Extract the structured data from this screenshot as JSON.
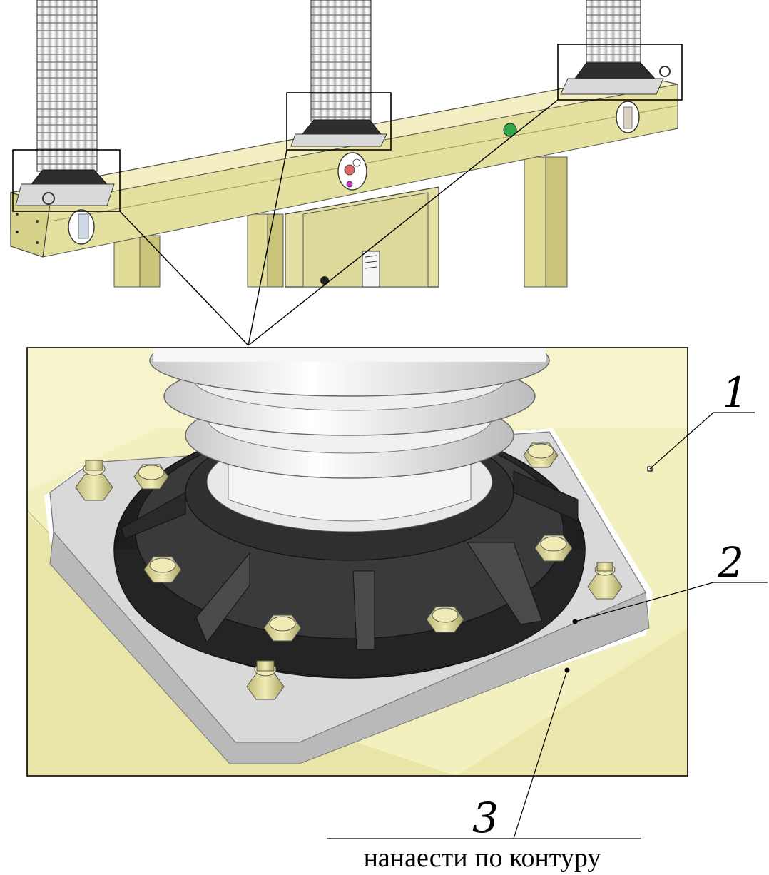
{
  "callouts": [
    {
      "id": "1",
      "label": "1"
    },
    {
      "id": "2",
      "label": "2"
    },
    {
      "id": "3",
      "label": "3"
    }
  ],
  "note": "нанаести по контуру",
  "colors": {
    "frame_yellow": "#e8e4a2",
    "frame_yellow_dark": "#c9c47a",
    "frame_yellow_light": "#f4f1c4",
    "insulator_white": "#f2f2f2",
    "flange_black": "#2b2b2b",
    "plate_gray": "#d4d4d4",
    "bolt_yellow": "#e3dc9a",
    "line": "#000000"
  }
}
